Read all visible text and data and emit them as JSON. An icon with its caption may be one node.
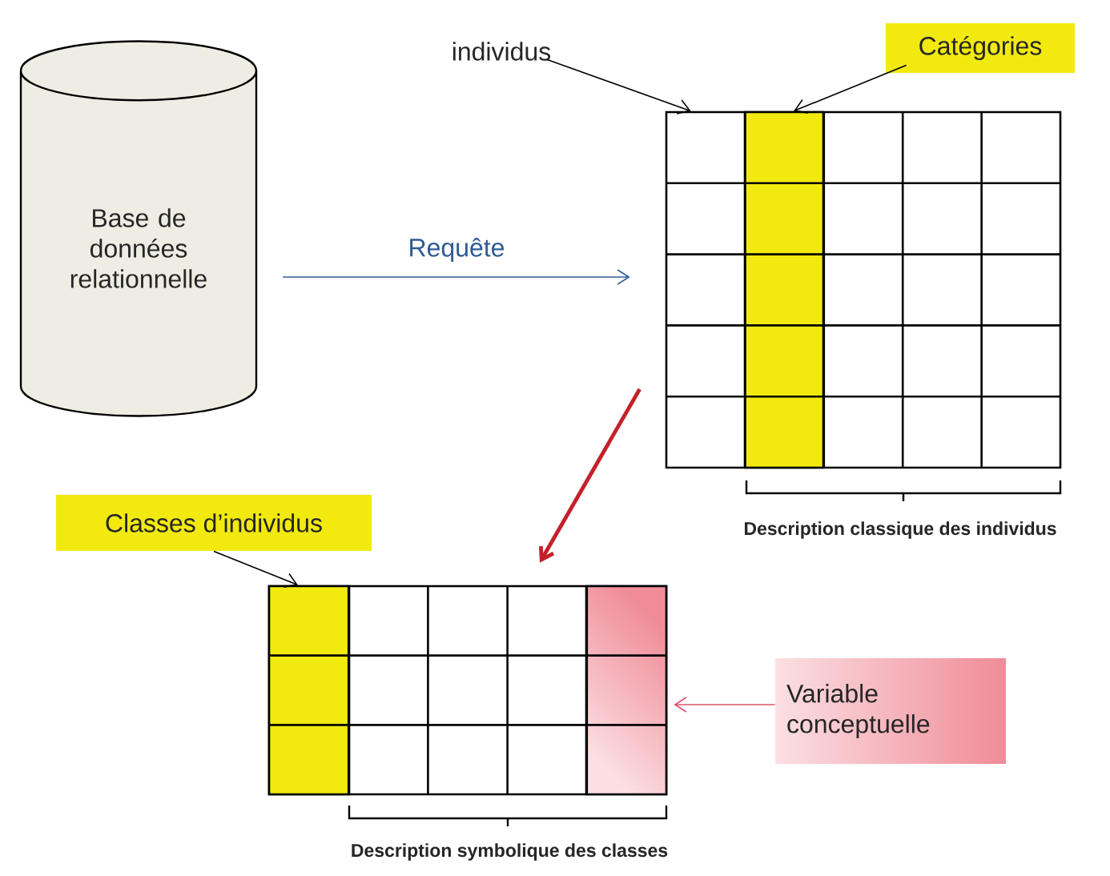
{
  "diagram": {
    "nodes": [
      {
        "text": [
          "Base de données relationnelle"
        ]
      },
      {
        "text": [
          "individus"
        ]
      },
      {
        "text": [
          "Catégories"
        ]
      },
      {
        "text": [],
        "shape": "grid",
        "beside": [
          "Description classique des individus"
        ]
      },
      {
        "text": [],
        "shape": "bar",
        "in": 3
      },
      {
        "text": [
          "Classes d’individus"
        ]
      },
      {
        "text": [],
        "shape": "grid",
        "beside": [
          "Description symbolique des classes"
        ]
      },
      {
        "text": [],
        "shape": "bar",
        "in": 6
      },
      {
        "text": [],
        "shape": "bar",
        "in": 6
      },
      {
        "text": [
          "Variable conceptuelle"
        ]
      }
    ],
    "edges": [
      {
        "from": 0,
        "to": 3,
        "arrow": "to",
        "label": "Requête",
        "color": "#2e5c94"
      },
      {
        "from": 1,
        "to": 3,
        "arrow": "to"
      },
      {
        "from": 2,
        "to": 4,
        "arrow": "to"
      },
      {
        "from": 3,
        "to": 6,
        "arrow": "to",
        "style": "thick",
        "color": "#c4202b"
      },
      {
        "from": 5,
        "to": 7,
        "arrow": "to"
      },
      {
        "from": 9,
        "to": 8,
        "arrow": "to",
        "color": "#dd5069"
      }
    ]
  }
}
